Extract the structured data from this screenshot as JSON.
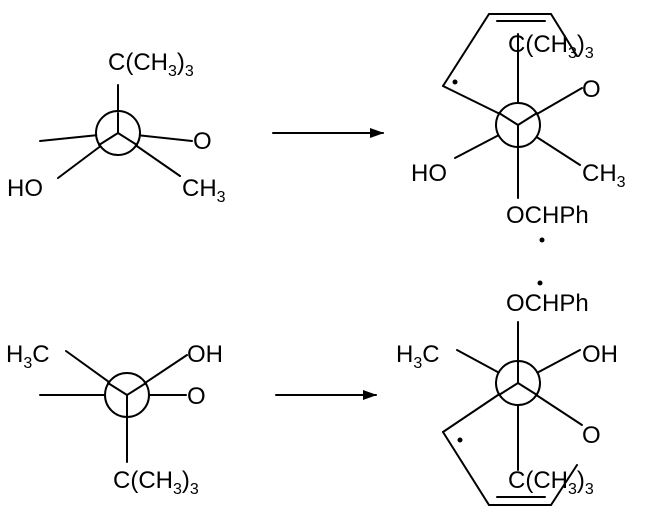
{
  "molecules": {
    "top_left": {
      "top": {
        "base": "C(CH",
        "sub1": "3",
        "mid": ")",
        "sub2": "3"
      },
      "right": "O",
      "lower_left": "HO",
      "lower_right": {
        "base": "CH",
        "sub": "3"
      }
    },
    "top_right": {
      "top": {
        "base": "C(CH",
        "sub1": "3",
        "mid": ")",
        "sub2": "3"
      },
      "ring_o": "O",
      "left": "HO",
      "right": {
        "base": "CH",
        "sub": "3"
      },
      "bottom": "OCHPh"
    },
    "bottom_left": {
      "upper_left": {
        "base": "H",
        "sub": "3",
        "tail": "C"
      },
      "upper_right": "OH",
      "right": "O",
      "bottom": {
        "base": "C(CH",
        "sub1": "3",
        "mid": ")",
        "sub2": "3"
      }
    },
    "bottom_right": {
      "top": "OCHPh",
      "upper_left": {
        "base": "H",
        "sub": "3",
        "tail": "C"
      },
      "upper_right": "OH",
      "ring_o": "O",
      "bottom": {
        "base": "C(CH",
        "sub1": "3",
        "mid": ")",
        "sub2": "3"
      }
    }
  },
  "arrows": [
    {
      "name": "top-reaction-arrow"
    },
    {
      "name": "bottom-reaction-arrow"
    }
  ],
  "colors": {
    "ink": "#000000",
    "background": "#ffffff"
  }
}
